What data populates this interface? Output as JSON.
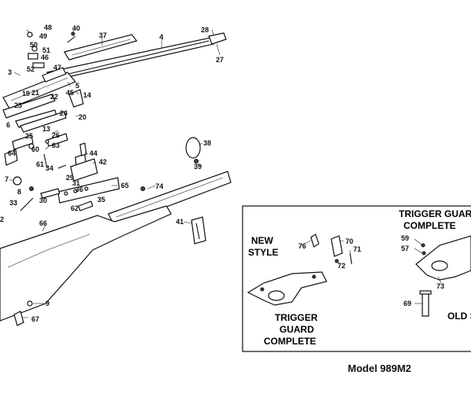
{
  "callouts": [
    {
      "id": "48",
      "text": "48"
    },
    {
      "id": "49",
      "text": "49"
    },
    {
      "id": "40",
      "text": "40"
    },
    {
      "id": "37",
      "text": "37"
    },
    {
      "id": "4",
      "text": "4"
    },
    {
      "id": "28",
      "text": "28"
    },
    {
      "id": "27",
      "text": "27"
    },
    {
      "id": "50",
      "text": "50"
    },
    {
      "id": "51",
      "text": "51"
    },
    {
      "id": "46",
      "text": "46"
    },
    {
      "id": "52",
      "text": "52"
    },
    {
      "id": "47",
      "text": "47"
    },
    {
      "id": "3",
      "text": "3"
    },
    {
      "id": "5",
      "text": "5"
    },
    {
      "id": "45",
      "text": "45"
    },
    {
      "id": "14",
      "text": "14"
    },
    {
      "id": "19",
      "text": "19"
    },
    {
      "id": "21",
      "text": "21"
    },
    {
      "id": "22",
      "text": "22"
    },
    {
      "id": "23",
      "text": "23"
    },
    {
      "id": "24",
      "text": "24"
    },
    {
      "id": "20",
      "text": "20"
    },
    {
      "id": "6",
      "text": "6"
    },
    {
      "id": "13",
      "text": "13"
    },
    {
      "id": "26",
      "text": "26"
    },
    {
      "id": "25",
      "text": "25"
    },
    {
      "id": "63",
      "text": "63"
    },
    {
      "id": "60",
      "text": "60"
    },
    {
      "id": "64",
      "text": "64"
    },
    {
      "id": "44",
      "text": "44"
    },
    {
      "id": "42",
      "text": "42"
    },
    {
      "id": "38",
      "text": "38"
    },
    {
      "id": "39",
      "text": "39"
    },
    {
      "id": "61",
      "text": "61"
    },
    {
      "id": "34",
      "text": "34"
    },
    {
      "id": "29",
      "text": "29"
    },
    {
      "id": "31",
      "text": "31"
    },
    {
      "id": "36",
      "text": "36"
    },
    {
      "id": "65",
      "text": "65"
    },
    {
      "id": "74",
      "text": "74"
    },
    {
      "id": "7",
      "text": "7"
    },
    {
      "id": "8",
      "text": "8"
    },
    {
      "id": "33",
      "text": "33"
    },
    {
      "id": "30",
      "text": "30"
    },
    {
      "id": "62",
      "text": "62"
    },
    {
      "id": "35",
      "text": "35"
    },
    {
      "id": "41",
      "text": "41"
    },
    {
      "id": "66",
      "text": "66"
    },
    {
      "id": "9",
      "text": "9"
    },
    {
      "id": "67",
      "text": "67"
    },
    {
      "id": "2",
      "text": "2"
    }
  ],
  "inset": {
    "new_style": [
      "NEW",
      "STYLE"
    ],
    "trigger_guard_complete": [
      "TRIGGER",
      "GUARD",
      "COMPLETE"
    ],
    "trigger_guard_complete_right": [
      "TRIGGER GUARD",
      "COMPLETE"
    ],
    "old_style_partial": "OLD S",
    "callouts": [
      {
        "id": "76",
        "text": "76"
      },
      {
        "id": "70",
        "text": "70"
      },
      {
        "id": "71",
        "text": "71"
      },
      {
        "id": "72",
        "text": "72"
      },
      {
        "id": "59",
        "text": "59"
      },
      {
        "id": "57",
        "text": "57"
      },
      {
        "id": "73",
        "text": "73"
      },
      {
        "id": "69",
        "text": "69"
      }
    ]
  },
  "model_label": "Model 989M2"
}
